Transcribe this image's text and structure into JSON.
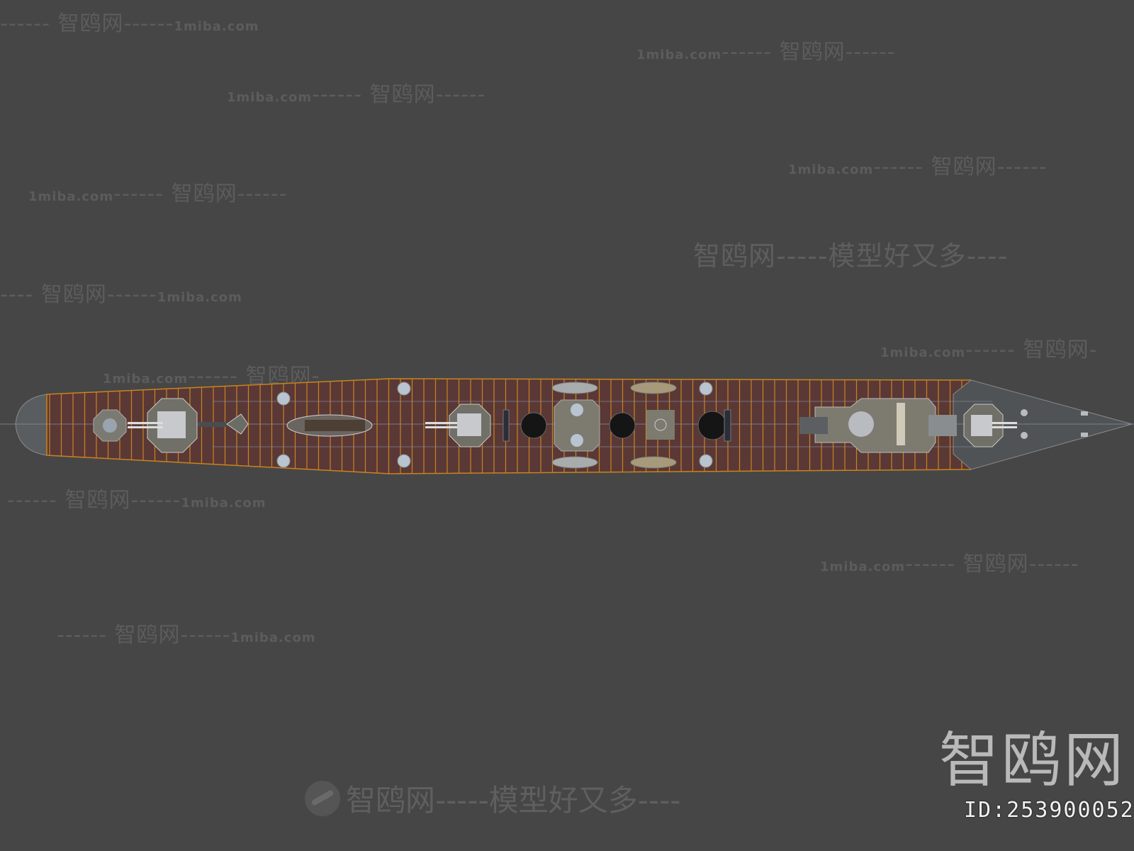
{
  "watermarks": [
    {
      "site": "1miba.com",
      "brand": "------ 智鸥网------",
      "site_first": false
    },
    {
      "site": "1miba.com",
      "brand": "------ 智鸥网------",
      "site_first": true
    },
    {
      "site": "1miba.com",
      "brand": "------ 智鸥网------",
      "site_first": true
    },
    {
      "site": "1miba.com",
      "brand": "------ 智鸥网------",
      "site_first": true
    },
    {
      "site": "1miba.com",
      "brand": "------ 智鸥网------",
      "site_first": true
    },
    {
      "site": "",
      "brand": "智鸥网-----模型好又多----",
      "site_first": false
    },
    {
      "site": "1miba.com",
      "brand": "---- 智鸥网------",
      "site_first": false
    },
    {
      "site": "1miba.com",
      "brand": "------ 智鸥网-",
      "site_first": true
    },
    {
      "site": "1miba.com",
      "brand": "------ 智鸥网-",
      "site_first": true
    },
    {
      "site": "1miba.com",
      "brand": "------ 智鸥网------",
      "site_first": false
    },
    {
      "site": "1miba.com",
      "brand": "------ 智鸥网------",
      "site_first": true
    },
    {
      "site": "1miba.com",
      "brand": "------ 智鸥网------",
      "site_first": false
    }
  ],
  "bottom_watermark": "智鸥网-----模型好又多----",
  "logo": "智鸥网",
  "id_label": "ID:253900052",
  "colors": {
    "background": "#464646",
    "deck": "#5a3836",
    "plank_lines": "#c8841e",
    "bow_plate": "#4f5356",
    "superstructure": "#7d7a70"
  }
}
